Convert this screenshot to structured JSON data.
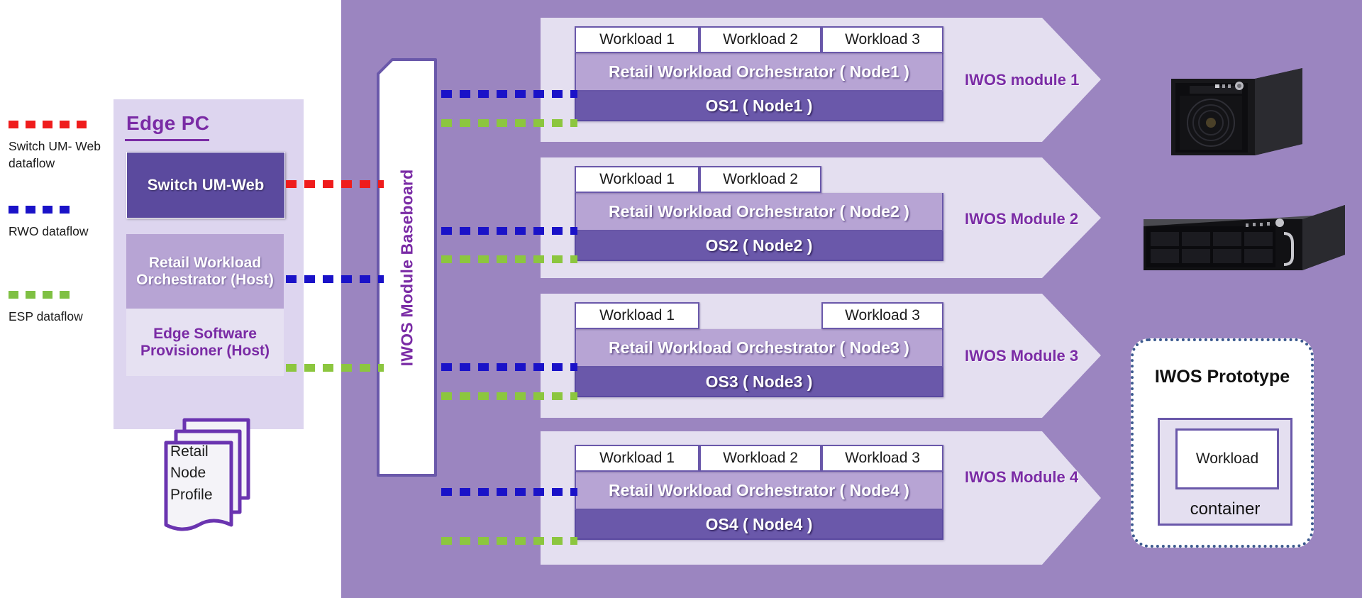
{
  "legend": {
    "items": [
      {
        "color": "#ef1c1c",
        "label": "Switch UM-\nWeb dataflow",
        "name": "switch-um-web-dataflow"
      },
      {
        "color": "#1a12c8",
        "label": "RWO\ndataflow",
        "name": "rwo-dataflow"
      },
      {
        "color": "#8cc63f",
        "label": "ESP\ndataflow",
        "name": "esp-dataflow"
      }
    ]
  },
  "edge_pc": {
    "title": "Edge PC",
    "switch_box": "Switch UM-Web",
    "rwo_host": "Retail Workload Orchestrator (Host)",
    "esp_host": "Edge Software Provisioner (Host)",
    "node_profile": "Retail Node Profile"
  },
  "baseboard": {
    "label": "IWOS Module Baseboard"
  },
  "modules": [
    {
      "label": "IWOS module 1",
      "workloads": [
        "Workload 1",
        "Workload 2",
        "Workload 3"
      ],
      "orchestrator": "Retail Workload Orchestrator ( Node1 )",
      "os": "OS1 ( Node1 )"
    },
    {
      "label": "IWOS Module 2",
      "workloads": [
        "Workload 1",
        "Workload 2"
      ],
      "orchestrator": "Retail Workload Orchestrator ( Node2 )",
      "os": "OS2 ( Node2 )"
    },
    {
      "label": "IWOS Module 3",
      "workloads": [
        "Workload 1",
        "Workload 3"
      ],
      "orchestrator": "Retail Workload Orchestrator  ( Node3 )",
      "os": "OS3 ( Node3 )"
    },
    {
      "label": "IWOS Module 4",
      "workloads": [
        "Workload 1",
        "Workload 2",
        "Workload 3"
      ],
      "orchestrator": "Retail Workload Orchestrator  ( Node4 )",
      "os": "OS4 ( Node4 )"
    }
  ],
  "prototype": {
    "title": "IWOS Prototype",
    "workload": "Workload",
    "container": "container"
  },
  "colors": {
    "backdrop": "#9b85c0",
    "panel": "#ddd5ef",
    "module": "#e4dff0",
    "accent_purple": "#7a2ba5",
    "rwo_fill": "#b7a4d4",
    "os_fill": "#6a58aa",
    "switch_fill": "#5b4a9e",
    "red_flow": "#ef1c1c",
    "blue_flow": "#1a12c8",
    "green_flow": "#8cc63f"
  }
}
